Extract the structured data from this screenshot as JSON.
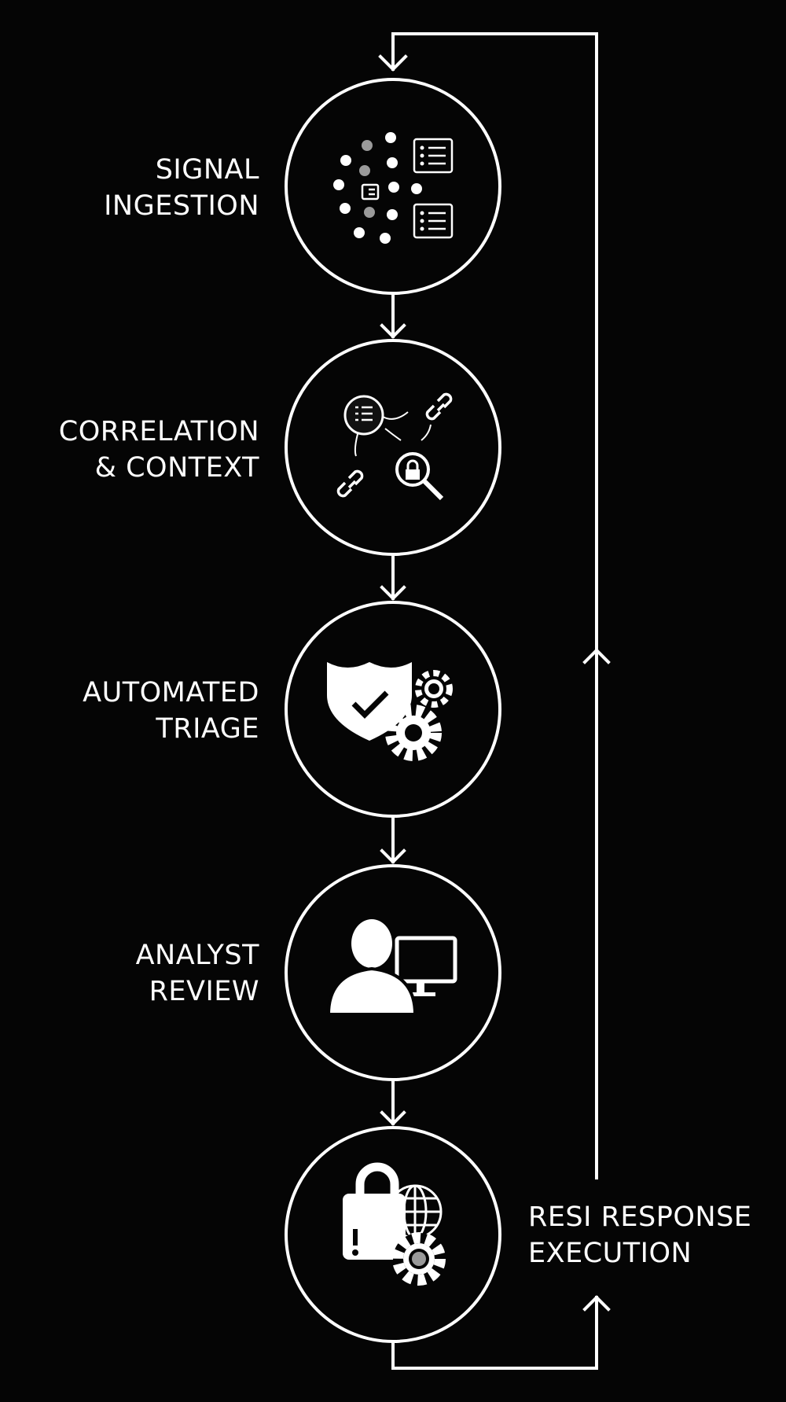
{
  "stages": [
    {
      "line1": "SIGNAL",
      "line2": "INGESTION",
      "icon": "data-points-list-icon"
    },
    {
      "line1": "CORRELATION",
      "line2": "& CONTEXT",
      "icon": "link-search-lock-icon"
    },
    {
      "line1": "AUTOMATED",
      "line2": "TRIAGE",
      "icon": "shield-check-gears-icon"
    },
    {
      "line1": "ANALYST",
      "line2": "REVIEW",
      "icon": "person-monitor-icon"
    },
    {
      "line1": "RESI RESPONSE",
      "line2": "EXECUTION",
      "icon": "lock-globe-gear-icon"
    }
  ],
  "colors": {
    "background": "#050505",
    "stroke": "#ffffff",
    "accent_gray": "#9a9a9a"
  }
}
